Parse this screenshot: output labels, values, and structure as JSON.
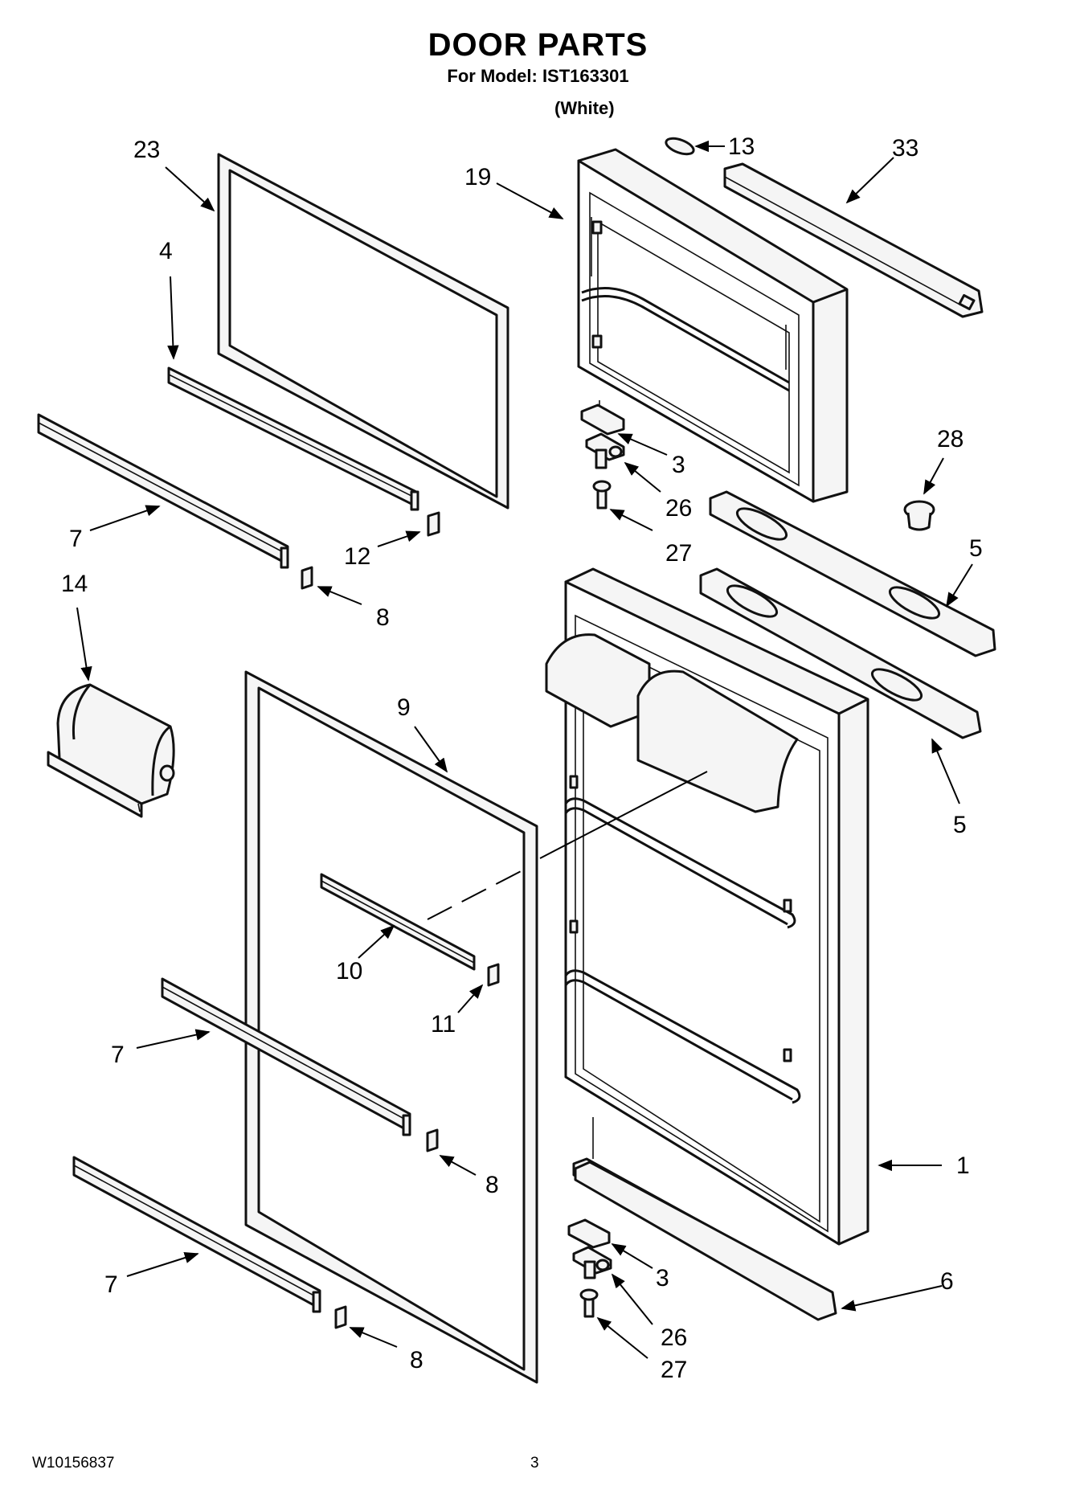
{
  "header": {
    "title": "DOOR PARTS",
    "model_line": "For Model: IST163301",
    "variant": "(White)"
  },
  "footer": {
    "doc_number": "W10156837",
    "page_number": "3"
  },
  "callouts": [
    "23",
    "4",
    "7",
    "12",
    "8",
    "14",
    "9",
    "10",
    "11",
    "7",
    "8",
    "7",
    "8",
    "19",
    "13",
    "33",
    "3",
    "26",
    "27",
    "28",
    "5",
    "5",
    "1",
    "3",
    "6",
    "26",
    "27"
  ]
}
